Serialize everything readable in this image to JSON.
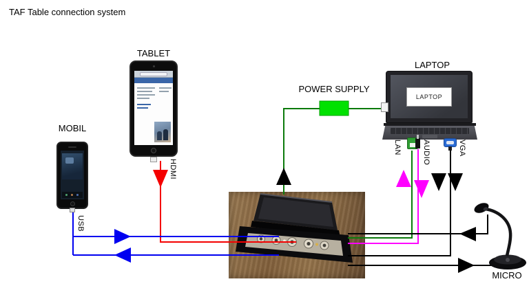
{
  "title": "TAF Table connection system",
  "devices": {
    "tablet": {
      "label": "TABLET"
    },
    "mobile": {
      "label": "MOBIL"
    },
    "laptop": {
      "label": "LAPTOP",
      "screen_text": "LAPTOP"
    },
    "power_supply": {
      "label": "POWER SUPPLY"
    },
    "micro": {
      "label": "MICRO"
    }
  },
  "ports": {
    "hdmi": {
      "label": "HDMI"
    },
    "usb": {
      "label": "USB"
    },
    "lan": {
      "label": "LAN"
    },
    "audio": {
      "label": "AUDIO"
    },
    "vga": {
      "label": "VGA"
    }
  },
  "colors": {
    "hdmi": "#f40000",
    "usb": "#0000f0",
    "power_line": "#0b7a0b",
    "power_supply_box": "#00e100",
    "audio": "#ff00ff",
    "vga_micro": "#000000",
    "wood": "#8a6845"
  },
  "connections": [
    {
      "from": "TABLET",
      "to": "table box",
      "via": "HDMI",
      "color": "#f40000",
      "direction": "down"
    },
    {
      "from": "MOBIL",
      "to": "table box",
      "via": "USB",
      "color": "#0000f0",
      "direction": "both"
    },
    {
      "from": "LAPTOP",
      "to": "table box",
      "via": "POWER SUPPLY",
      "color": "#0b7a0b",
      "direction": "up"
    },
    {
      "from": "LAPTOP",
      "to": "table box",
      "via": "LAN",
      "color": "#0b7a0b"
    },
    {
      "from": "LAPTOP",
      "to": "table box",
      "via": "AUDIO",
      "color": "#ff00ff",
      "direction": "both"
    },
    {
      "from": "LAPTOP",
      "to": "table box",
      "via": "VGA",
      "color": "#000000",
      "direction": "down"
    },
    {
      "from": "MICRO",
      "to": "table box",
      "color": "#000000",
      "direction": "both"
    }
  ]
}
